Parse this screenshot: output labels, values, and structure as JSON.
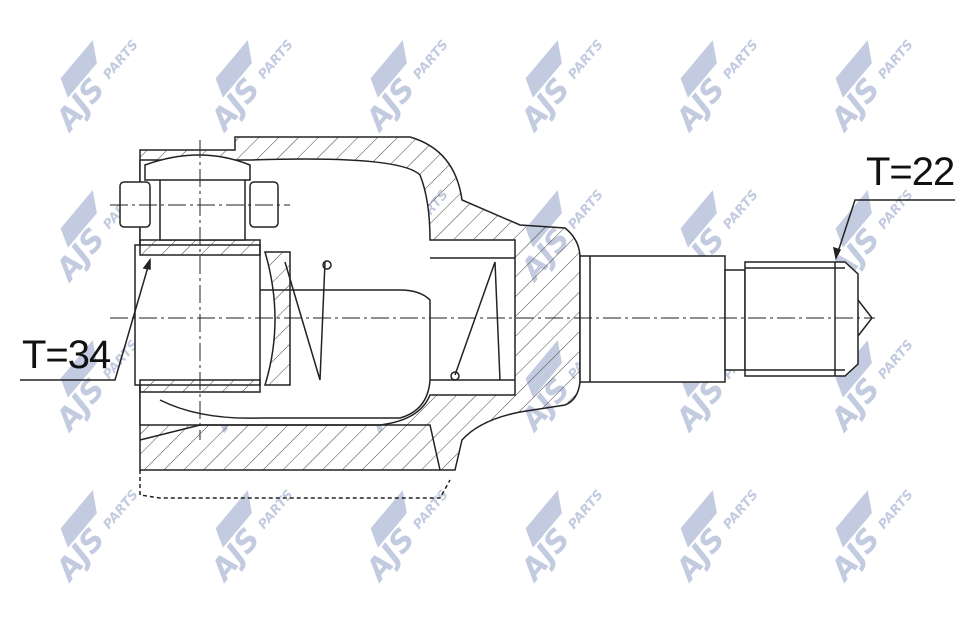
{
  "watermark": {
    "text_main": "AJS",
    "text_sub": "PARTS",
    "color": "#c3cbe0"
  },
  "annotations": {
    "shaft_spline": "T=22",
    "joint_spline": "T=34"
  },
  "colors": {
    "line": "#222222",
    "hatch": "#444444"
  }
}
